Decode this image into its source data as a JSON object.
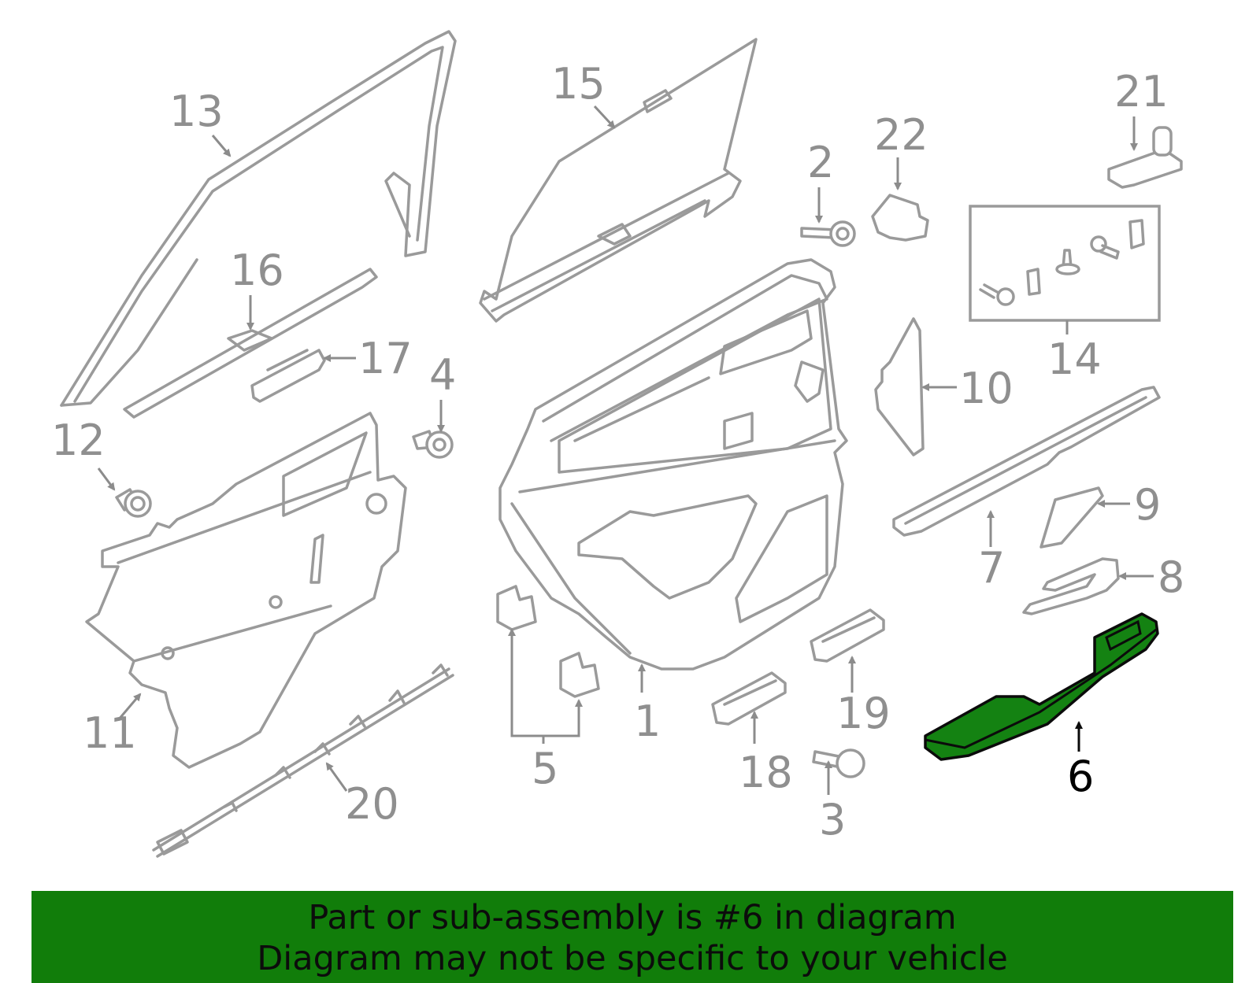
{
  "diagram": {
    "highlight_color": "#148212",
    "banner_color": "#117d0a",
    "highlighted_part": "6",
    "callouts": {
      "c1": "1",
      "c2": "2",
      "c3": "3",
      "c4": "4",
      "c5": "5",
      "c6": "6",
      "c7": "7",
      "c8": "8",
      "c9": "9",
      "c10": "10",
      "c11": "11",
      "c12": "12",
      "c13": "13",
      "c14": "14",
      "c15": "15",
      "c16": "16",
      "c17": "17",
      "c18": "18",
      "c19": "19",
      "c20": "20",
      "c21": "21",
      "c22": "22"
    }
  },
  "banner": {
    "line1": "Part or sub-assembly is #6 in diagram",
    "line2": "Diagram may not be specific to your vehicle"
  }
}
